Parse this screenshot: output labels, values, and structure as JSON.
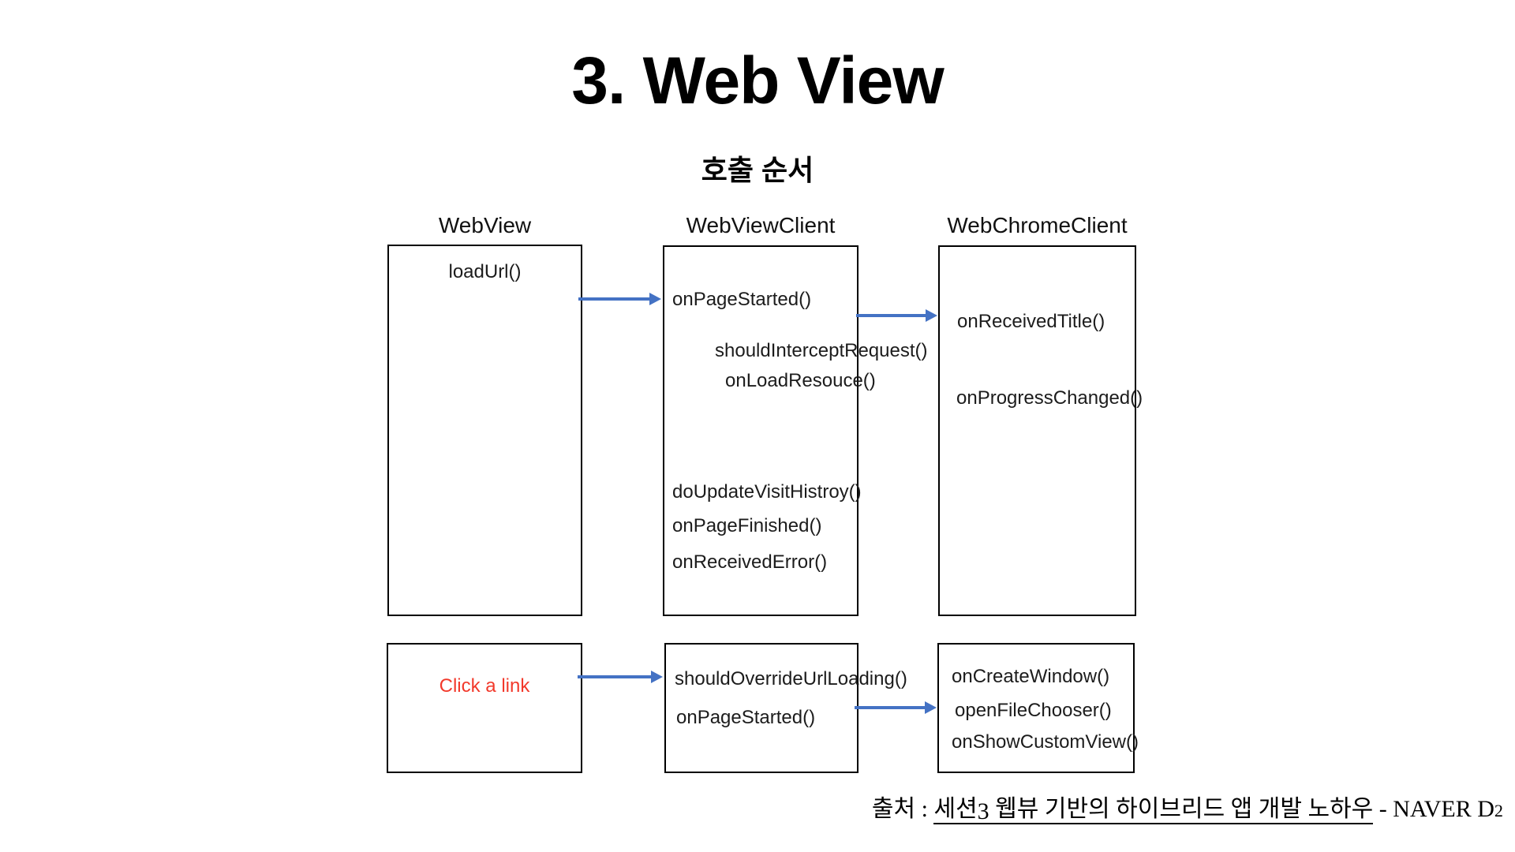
{
  "slide": {
    "title": "3. Web View",
    "subtitle": "호출 순서"
  },
  "colors": {
    "arrow_blue": "#4472c4",
    "highlight_red": "#f2392b",
    "box_border": "#000000"
  },
  "diagram": {
    "headers": [
      "WebView",
      "WebViewClient",
      "WebChromeClient"
    ],
    "top_row": {
      "webview": {
        "loadUrl": "loadUrl()"
      },
      "webviewclient": {
        "onPageStarted": "onPageStarted()",
        "shouldInterceptRequest": "shouldInterceptRequest()",
        "onLoadResouce": "onLoadResouce()",
        "doUpdateVisitHistroy": "doUpdateVisitHistroy()",
        "onPageFinished": "onPageFinished()",
        "onReceivedError": "onReceivedError()"
      },
      "webchromeclient": {
        "onReceivedTitle": "onReceivedTitle()",
        "onProgressChanged": "onProgressChanged()"
      }
    },
    "bottom_row": {
      "webview": {
        "clickALink": "Click a link"
      },
      "webviewclient": {
        "shouldOverrideUrlLoading": "shouldOverrideUrlLoading()",
        "onPageStarted": "onPageStarted()"
      },
      "webchromeclient": {
        "onCreateWindow": "onCreateWindow()",
        "openFileChooser": "openFileChooser()",
        "onShowCustomView": "onShowCustomView()"
      }
    }
  },
  "attribution": {
    "prefix": "출처 : ",
    "source_part1": "세션",
    "source_num": "3",
    "source_part2": " 웹뷰 기반의 하이브리드 앱 개발 노하우",
    "suffix_text": " - NAVER D",
    "suffix_num": "2"
  }
}
